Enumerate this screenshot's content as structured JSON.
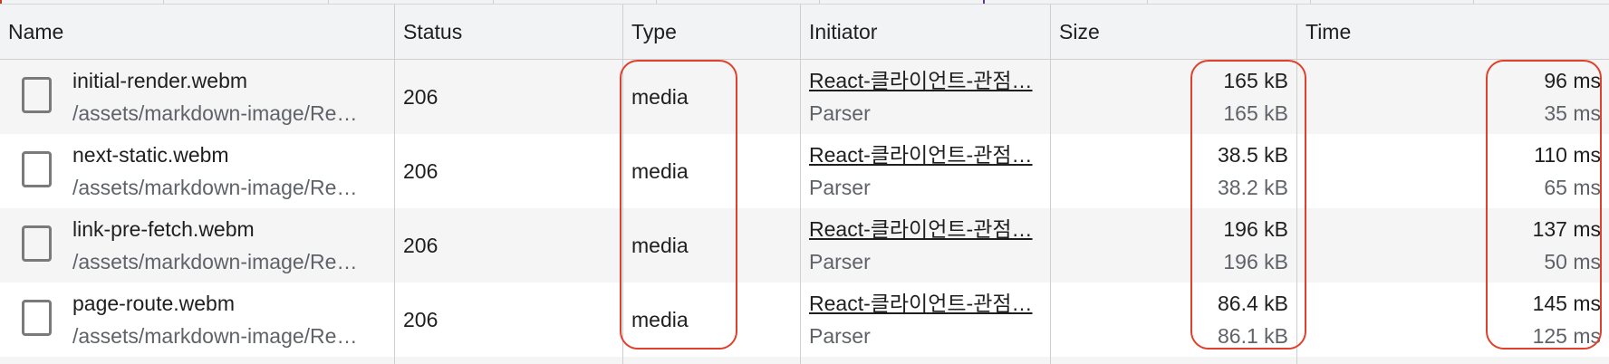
{
  "columns": {
    "name": "Name",
    "status": "Status",
    "type": "Type",
    "initiator": "Initiator",
    "size": "Size",
    "time": "Time"
  },
  "rows": [
    {
      "name": "initial-render.webm",
      "path": "/assets/markdown-image/Re…",
      "status": "206",
      "type": "media",
      "initiator": "React-클라이언트-관점…",
      "initiator_sub": "Parser",
      "size": "165 kB",
      "size_resource": "165 kB",
      "time": "96 ms",
      "time_latency": "35 ms"
    },
    {
      "name": "next-static.webm",
      "path": "/assets/markdown-image/Re…",
      "status": "206",
      "type": "media",
      "initiator": "React-클라이언트-관점…",
      "initiator_sub": "Parser",
      "size": "38.5 kB",
      "size_resource": "38.2 kB",
      "time": "110 ms",
      "time_latency": "65 ms"
    },
    {
      "name": "link-pre-fetch.webm",
      "path": "/assets/markdown-image/Re…",
      "status": "206",
      "type": "media",
      "initiator": "React-클라이언트-관점…",
      "initiator_sub": "Parser",
      "size": "196 kB",
      "size_resource": "196 kB",
      "time": "137 ms",
      "time_latency": "50 ms"
    },
    {
      "name": "page-route.webm",
      "path": "/assets/markdown-image/Re…",
      "status": "206",
      "type": "media",
      "initiator": "React-클라이언트-관점…",
      "initiator_sub": "Parser",
      "size": "86.4 kB",
      "size_resource": "86.1 kB",
      "time": "145 ms",
      "time_latency": "125 ms"
    }
  ],
  "colors": {
    "header_bg": "#f1f3f4",
    "row_alt_bg": "#f5f5f5",
    "highlight": "#e0412c",
    "secondary_text": "#5f6368"
  },
  "icons": {
    "row_icon": "checkbox-icon"
  }
}
